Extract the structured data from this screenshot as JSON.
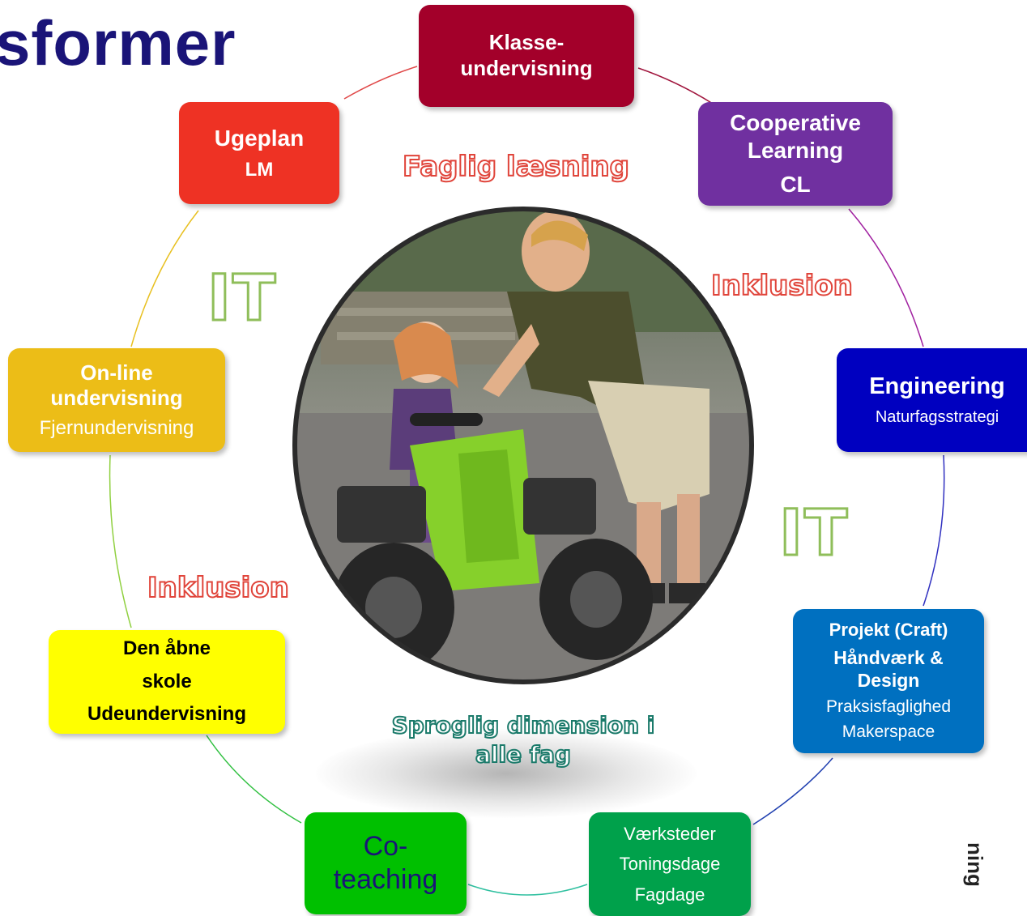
{
  "title": "sformer",
  "nodes": {
    "klasse": {
      "line1": "Klasse-",
      "line2": "undervisning"
    },
    "cooperative": {
      "line1": "Cooperative",
      "line2": "Learning",
      "line3": "CL"
    },
    "engineering": {
      "line1": "Engineering",
      "line2": "Naturfagsstrategi"
    },
    "projekt": {
      "line1": "Projekt (Craft)",
      "line2": "Håndværk &",
      "line3": "Design",
      "line4": "Praksisfaglighed",
      "line5": "Makerspace"
    },
    "vaerksteder": {
      "line1": "Værksteder",
      "line2": "Toningsdage",
      "line3": "Fagdage"
    },
    "coteaching": {
      "line1": "Co-",
      "line2": "teaching"
    },
    "aabne": {
      "line1": "Den åbne",
      "line2": "skole",
      "line3": "Udeundervisning"
    },
    "online": {
      "line1": "On-line",
      "line2": "undervisning",
      "line3": "Fjernundervisning"
    },
    "ugeplan": {
      "line1": "Ugeplan",
      "line2": "LM"
    }
  },
  "labels": {
    "faglig": "Faglig læsning",
    "inklusion_right": "Inklusion",
    "inklusion_left": "Inklusion",
    "it_left": "IT",
    "it_right": "IT",
    "sproglig_line1": "Sproglig dimension i",
    "sproglig_line2": "alle fag"
  },
  "photo": {
    "alt": "Adult helping a child on a green pedal go-kart"
  },
  "colors": {
    "klasse": "#a3002a",
    "cooperative": "#7030a0",
    "engineering": "#0000c0",
    "projekt": "#0070c0",
    "vaerksteder": "#00a14b",
    "coteaching": "#00c000",
    "aabne": "#ffff00",
    "online": "#ecbd17",
    "ugeplan": "#ee3224"
  },
  "side_text": "ning"
}
